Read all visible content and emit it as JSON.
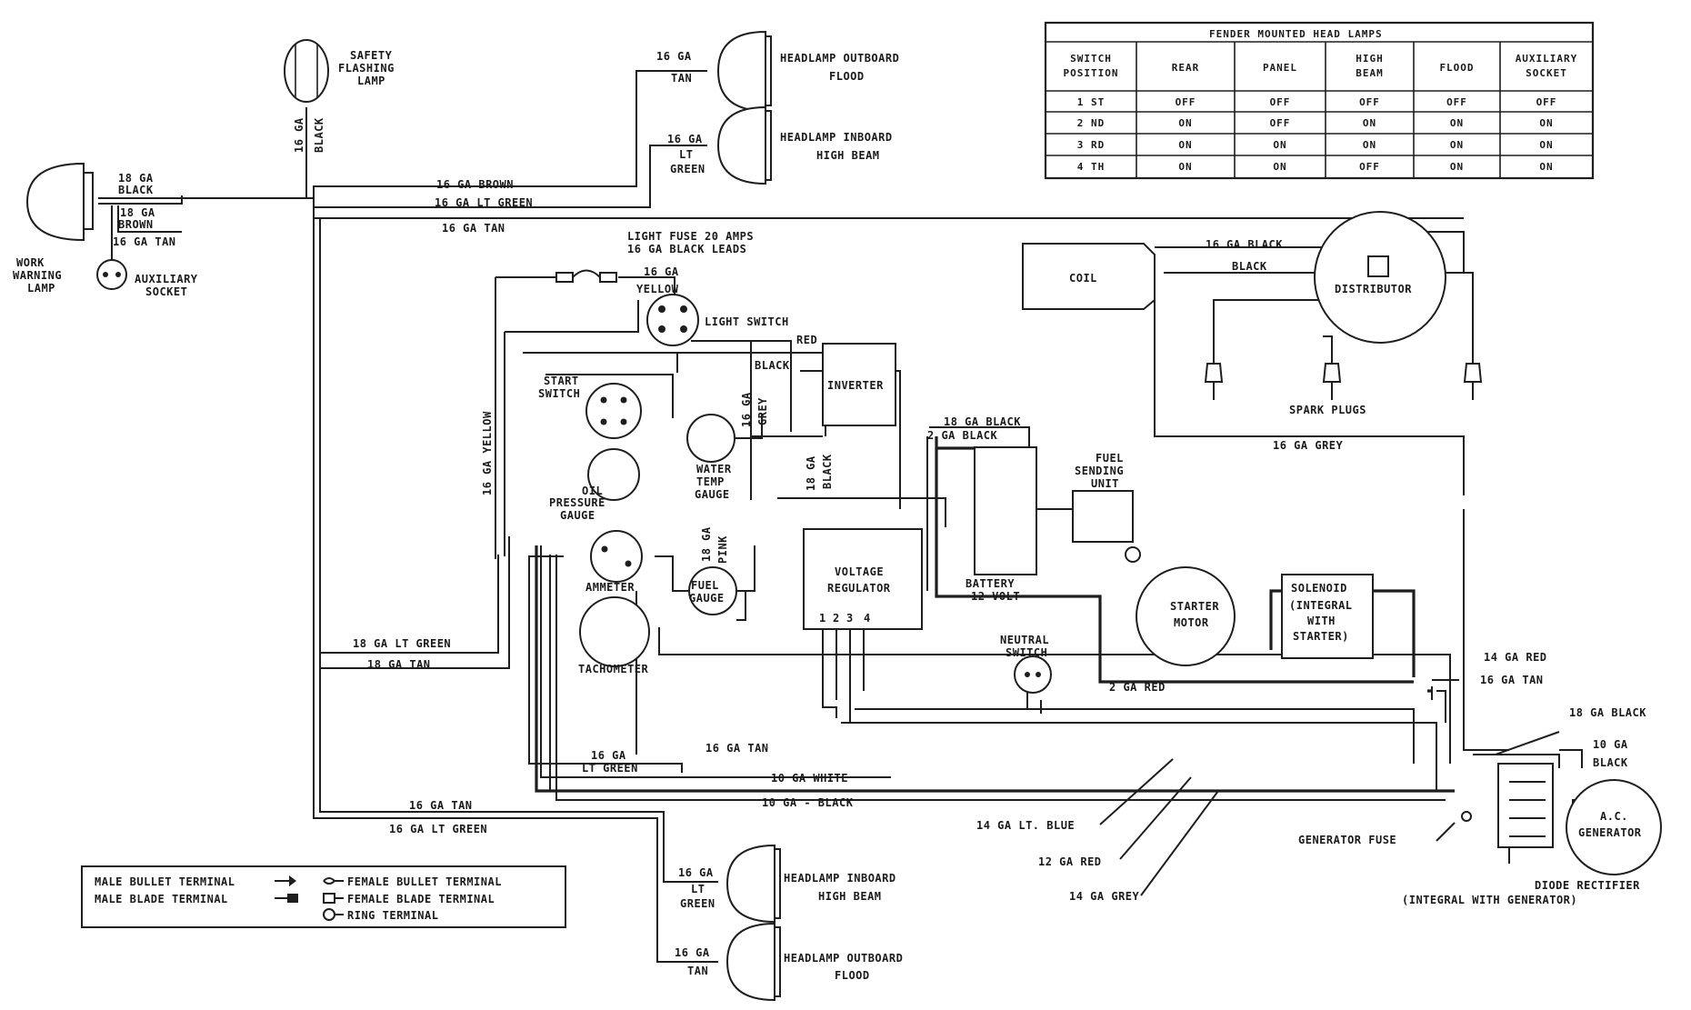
{
  "table": {
    "title": "FENDER MOUNTED HEAD LAMPS",
    "headers": [
      [
        "SWITCH",
        "POSITION"
      ],
      [
        "REAR"
      ],
      [
        "PANEL"
      ],
      [
        "HIGH",
        "BEAM"
      ],
      [
        "FLOOD"
      ],
      [
        "AUXILIARY",
        "SOCKET"
      ]
    ],
    "rows": [
      [
        "1 ST",
        "OFF",
        "OFF",
        "OFF",
        "OFF",
        "OFF"
      ],
      [
        "2 ND",
        "ON",
        "OFF",
        "ON",
        "ON",
        "ON"
      ],
      [
        "3 RD",
        "ON",
        "ON",
        "ON",
        "ON",
        "ON"
      ],
      [
        "4 TH",
        "ON",
        "ON",
        "OFF",
        "ON",
        "ON"
      ]
    ]
  },
  "components": {
    "safety_lamp": [
      "SAFETY",
      "FLASHING",
      "LAMP"
    ],
    "work_lamp": [
      "WORK",
      "WARNING",
      "LAMP"
    ],
    "aux_socket": [
      "AUXILIARY",
      "SOCKET"
    ],
    "headlamp_outboard_top": [
      "HEADLAMP OUTBOARD",
      "FLOOD"
    ],
    "headlamp_inboard_top": [
      "HEADLAMP INBOARD",
      "HIGH BEAM"
    ],
    "headlamp_inboard_bottom": [
      "HEADLAMP INBOARD",
      "HIGH BEAM"
    ],
    "headlamp_outboard_bottom": [
      "HEADLAMP OUTBOARD",
      "FLOOD"
    ],
    "light_fuse": [
      "LIGHT FUSE 20 AMPS",
      "16 GA BLACK LEADS"
    ],
    "light_switch": "LIGHT SWITCH",
    "inverter": "INVERTER",
    "start_switch": [
      "START",
      "SWITCH"
    ],
    "oil_pressure_gauge": [
      "OIL",
      "PRESSURE",
      "GAUGE"
    ],
    "water_temp_gauge": [
      "WATER",
      "TEMP",
      "GAUGE"
    ],
    "ammeter": "AMMETER",
    "fuel_gauge": [
      "FUEL",
      "GAUGE"
    ],
    "tachometer": "TACHOMETER",
    "voltage_regulator": [
      "VOLTAGE",
      "REGULATOR"
    ],
    "regulator_terminals": [
      "1",
      "2",
      "3",
      "4"
    ],
    "battery": [
      "BATTERY",
      "12 VOLT"
    ],
    "fuel_sending_unit": [
      "FUEL",
      "SENDING",
      "UNIT"
    ],
    "coil": "COIL",
    "distributor": "DISTRIBUTOR",
    "spark_plugs": "SPARK PLUGS",
    "starter_motor": [
      "STARTER",
      "MOTOR"
    ],
    "solenoid": [
      "SOLENOID",
      "(INTEGRAL",
      "WITH",
      "STARTER)"
    ],
    "neutral_switch": [
      "NEUTRAL",
      "SWITCH"
    ],
    "ac_generator": [
      "A.C.",
      "GENERATOR"
    ],
    "generator_fuse": "GENERATOR FUSE",
    "diode_rectifier": [
      "DIODE RECTIFIER",
      "(INTEGRAL WITH GENERATOR)"
    ]
  },
  "wires": {
    "w_18ga_black_work": [
      "18 GA",
      "BLACK"
    ],
    "w_18ga_brown": [
      "18 GA",
      "BROWN"
    ],
    "w_16ga_tan_aux": "16 GA TAN",
    "w_16ga_black_safety": [
      "16 GA",
      "BLACK"
    ],
    "w_16ga_tan_hl_top": [
      "16 GA",
      "TAN"
    ],
    "w_16ga_ltgreen_hl_top": [
      "16 GA",
      "LT",
      "GREEN"
    ],
    "w_16ga_brown_main": "16 GA BROWN",
    "w_16ga_ltgreen_main": "16 GA LT GREEN",
    "w_16ga_tan_main": "16 GA TAN",
    "w_16ga_yellow_ls": [
      "16 GA",
      "YELLOW"
    ],
    "w_16ga_yellow_vert": "16 GA YELLOW",
    "w_red_inv": "RED",
    "w_black_inv": "BLACK",
    "w_16ga_grey_wtemp": [
      "16 GA",
      "GREY"
    ],
    "w_18ga_black_vert": [
      "18 GA",
      "BLACK"
    ],
    "w_18ga_pink": [
      "18 GA",
      "PINK"
    ],
    "w_18ga_black_bat": "18 GA BLACK",
    "w_2ga_black": "2 GA BLACK",
    "w_16ga_black_coil": "16 GA BLACK",
    "w_black_coil": "BLACK",
    "w_16ga_grey_dist": "16 GA GREY",
    "w_18ga_ltgreen_left": "18 GA LT GREEN",
    "w_18ga_tan_left": "18 GA TAN",
    "w_16ga_ltgreen_tach": [
      "16 GA",
      "LT GREEN"
    ],
    "w_16ga_tan_bottom": "16 GA TAN",
    "w_10ga_white": "10 GA WHITE",
    "w_10ga_black": "10 GA - BLACK",
    "w_2ga_red": "2 GA RED",
    "w_14ga_red": "14 GA RED",
    "w_16ga_tan_sol": "16 GA TAN",
    "w_18ga_black_gen": "18 GA BLACK",
    "w_10ga_black_gen": [
      "10 GA",
      "BLACK"
    ],
    "w_14ga_ltblue": "14 GA LT. BLUE",
    "w_12ga_red": "12 GA RED",
    "w_14ga_grey": "14 GA GREY",
    "w_16ga_tan_lower": "16 GA TAN",
    "w_16ga_ltgreen_lower": "16 GA LT GREEN",
    "w_16ga_ltgreen_hl_bot": [
      "16 GA",
      "LT",
      "GREEN"
    ],
    "w_16ga_tan_hl_bot": [
      "16 GA",
      "TAN"
    ]
  },
  "legend": {
    "male_bullet": "MALE BULLET TERMINAL",
    "male_blade": "MALE BLADE TERMINAL",
    "female_bullet": "FEMALE BULLET TERMINAL",
    "female_blade": "FEMALE BLADE TERMINAL",
    "ring": "RING TERMINAL"
  }
}
